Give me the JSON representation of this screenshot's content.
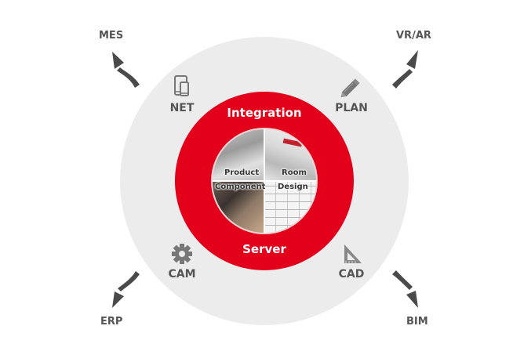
{
  "diagram": {
    "center": {
      "ring_top_label": "Integration",
      "ring_bottom_label": "Server",
      "quadrants": [
        {
          "position": "top-left",
          "label": "Product"
        },
        {
          "position": "top-right",
          "label": "Room"
        },
        {
          "position": "bottom-left",
          "label": "Component"
        },
        {
          "position": "bottom-right",
          "label": "Design"
        }
      ]
    },
    "tools": [
      {
        "label": "NET",
        "icon": "mobile-devices-icon"
      },
      {
        "label": "PLAN",
        "icon": "pencil-icon"
      },
      {
        "label": "CAM",
        "icon": "gear-icon"
      },
      {
        "label": "CAD",
        "icon": "set-square-icon"
      }
    ],
    "external_systems": [
      {
        "label": "MES",
        "direction": "outgoing",
        "corner": "top-left"
      },
      {
        "label": "VR/AR",
        "direction": "outgoing",
        "corner": "top-right"
      },
      {
        "label": "ERP",
        "direction": "outgoing",
        "corner": "bottom-left"
      },
      {
        "label": "BIM",
        "direction": "outgoing",
        "corner": "bottom-right"
      }
    ],
    "colors": {
      "accent_red": "#e2001a",
      "outer_disc": "#ececec",
      "text_gray": "#555555",
      "arrow_gray": "#4a4a4a"
    }
  }
}
